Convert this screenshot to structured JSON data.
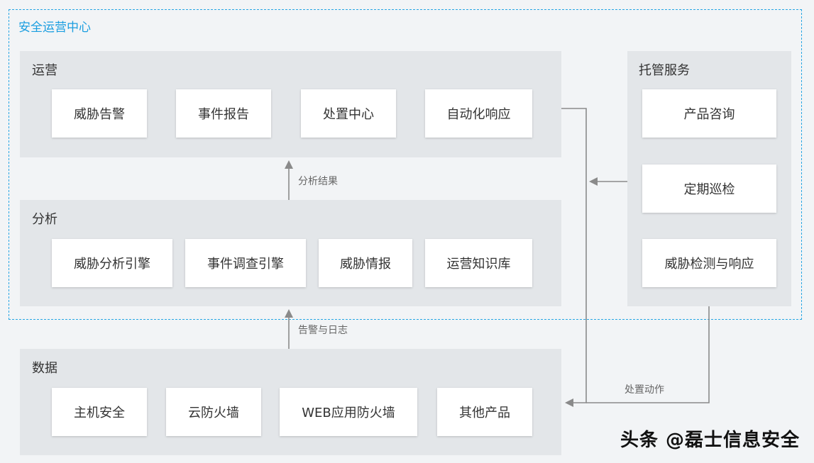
{
  "frame": {
    "title": "安全运营中心"
  },
  "operations": {
    "title": "运营",
    "items": [
      "威胁告警",
      "事件报告",
      "处置中心",
      "自动化响应"
    ]
  },
  "analysis": {
    "title": "分析",
    "items": [
      "威胁分析引擎",
      "事件调查引擎",
      "威胁情报",
      "运营知识库"
    ]
  },
  "data_layer": {
    "title": "数据",
    "items": [
      "主机安全",
      "云防火墙",
      "WEB应用防火墙",
      "其他产品"
    ]
  },
  "managed": {
    "title": "托管服务",
    "items": [
      "产品咨询",
      "定期巡检",
      "威胁检测与响应"
    ]
  },
  "flows": {
    "analysis_to_operations": "分析结果",
    "data_to_analysis": "告警与日志",
    "disposal_action": "处置动作"
  },
  "watermark": "头条 @磊士信息安全",
  "colors": {
    "frame_border": "#27a6e4",
    "panel_bg": "#e3e6e9",
    "box_bg": "#ffffff",
    "arrow": "#8a8a8a"
  }
}
